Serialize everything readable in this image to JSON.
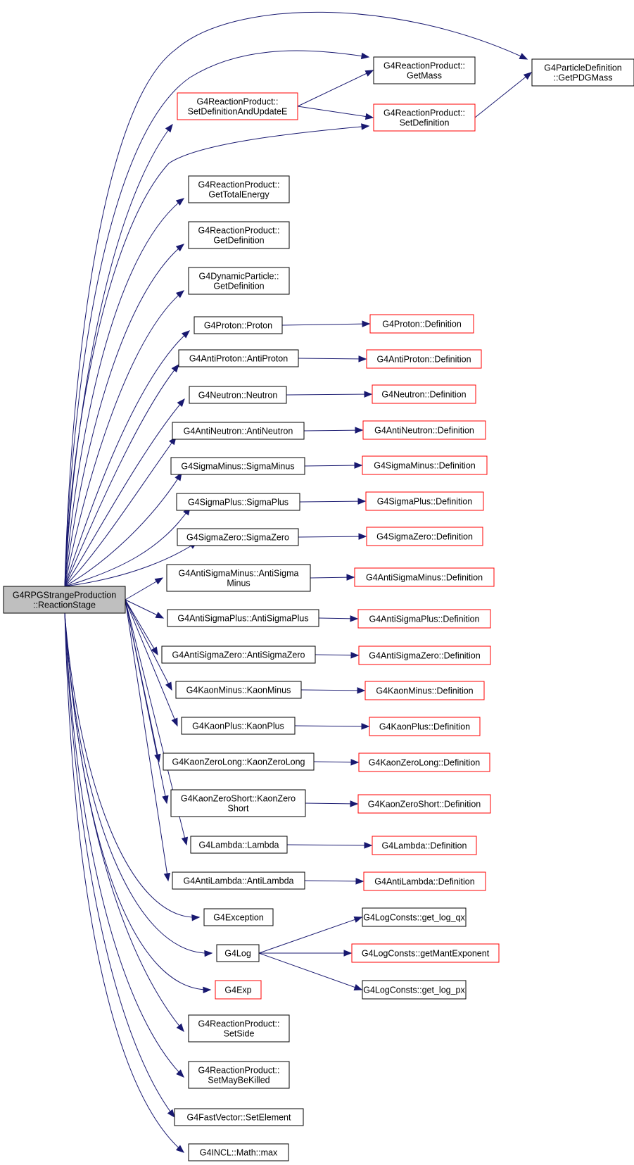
{
  "root": {
    "id": "root",
    "lines": [
      "G4RPGStrangeProduction",
      "::ReactionStage"
    ]
  },
  "nodes": [
    {
      "id": "getMass",
      "lines": [
        "G4ReactionProduct::",
        "GetMass"
      ],
      "outline": "black"
    },
    {
      "id": "getPDGMass",
      "lines": [
        "G4ParticleDefinition",
        "::GetPDGMass"
      ],
      "outline": "black"
    },
    {
      "id": "setDefUpd",
      "lines": [
        "G4ReactionProduct::",
        "SetDefinitionAndUpdateE"
      ],
      "outline": "red"
    },
    {
      "id": "setDef",
      "lines": [
        "G4ReactionProduct::",
        "SetDefinition"
      ],
      "outline": "red"
    },
    {
      "id": "getTotE",
      "lines": [
        "G4ReactionProduct::",
        "GetTotalEnergy"
      ],
      "outline": "black"
    },
    {
      "id": "rpGetDef",
      "lines": [
        "G4ReactionProduct::",
        "GetDefinition"
      ],
      "outline": "black"
    },
    {
      "id": "dpGetDef",
      "lines": [
        "G4DynamicParticle::",
        "GetDefinition"
      ],
      "outline": "black"
    },
    {
      "id": "proton",
      "lines": [
        "G4Proton::Proton"
      ],
      "outline": "black"
    },
    {
      "id": "protonDef",
      "lines": [
        "G4Proton::Definition"
      ],
      "outline": "red"
    },
    {
      "id": "antiProton",
      "lines": [
        "G4AntiProton::AntiProton"
      ],
      "outline": "black"
    },
    {
      "id": "antiProtonDef",
      "lines": [
        "G4AntiProton::Definition"
      ],
      "outline": "red"
    },
    {
      "id": "neutron",
      "lines": [
        "G4Neutron::Neutron"
      ],
      "outline": "black"
    },
    {
      "id": "neutronDef",
      "lines": [
        "G4Neutron::Definition"
      ],
      "outline": "red"
    },
    {
      "id": "antiNeutron",
      "lines": [
        "G4AntiNeutron::AntiNeutron"
      ],
      "outline": "black"
    },
    {
      "id": "antiNeutronDef",
      "lines": [
        "G4AntiNeutron::Definition"
      ],
      "outline": "red"
    },
    {
      "id": "sigmaMinus",
      "lines": [
        "G4SigmaMinus::SigmaMinus"
      ],
      "outline": "black"
    },
    {
      "id": "sigmaMinusDef",
      "lines": [
        "G4SigmaMinus::Definition"
      ],
      "outline": "red"
    },
    {
      "id": "sigmaPlus",
      "lines": [
        "G4SigmaPlus::SigmaPlus"
      ],
      "outline": "black"
    },
    {
      "id": "sigmaPlusDef",
      "lines": [
        "G4SigmaPlus::Definition"
      ],
      "outline": "red"
    },
    {
      "id": "sigmaZero",
      "lines": [
        "G4SigmaZero::SigmaZero"
      ],
      "outline": "black"
    },
    {
      "id": "sigmaZeroDef",
      "lines": [
        "G4SigmaZero::Definition"
      ],
      "outline": "red"
    },
    {
      "id": "antiSigmaMinus",
      "lines": [
        "G4AntiSigmaMinus::AntiSigma",
        "Minus"
      ],
      "outline": "black"
    },
    {
      "id": "antiSigmaMinusDef",
      "lines": [
        "G4AntiSigmaMinus::Definition"
      ],
      "outline": "red"
    },
    {
      "id": "antiSigmaPlus",
      "lines": [
        "G4AntiSigmaPlus::AntiSigmaPlus"
      ],
      "outline": "black"
    },
    {
      "id": "antiSigmaPlusDef",
      "lines": [
        "G4AntiSigmaPlus::Definition"
      ],
      "outline": "red"
    },
    {
      "id": "antiSigmaZero",
      "lines": [
        "G4AntiSigmaZero::AntiSigmaZero"
      ],
      "outline": "black"
    },
    {
      "id": "antiSigmaZeroDef",
      "lines": [
        "G4AntiSigmaZero::Definition"
      ],
      "outline": "red"
    },
    {
      "id": "kaonMinus",
      "lines": [
        "G4KaonMinus::KaonMinus"
      ],
      "outline": "black"
    },
    {
      "id": "kaonMinusDef",
      "lines": [
        "G4KaonMinus::Definition"
      ],
      "outline": "red"
    },
    {
      "id": "kaonPlus",
      "lines": [
        "G4KaonPlus::KaonPlus"
      ],
      "outline": "black"
    },
    {
      "id": "kaonPlusDef",
      "lines": [
        "G4KaonPlus::Definition"
      ],
      "outline": "red"
    },
    {
      "id": "kaonZeroLong",
      "lines": [
        "G4KaonZeroLong::KaonZeroLong"
      ],
      "outline": "black"
    },
    {
      "id": "kaonZeroLongDef",
      "lines": [
        "G4KaonZeroLong::Definition"
      ],
      "outline": "red"
    },
    {
      "id": "kaonZeroShort",
      "lines": [
        "G4KaonZeroShort::KaonZero",
        "Short"
      ],
      "outline": "black"
    },
    {
      "id": "kaonZeroShortDef",
      "lines": [
        "G4KaonZeroShort::Definition"
      ],
      "outline": "red"
    },
    {
      "id": "lambda",
      "lines": [
        "G4Lambda::Lambda"
      ],
      "outline": "black"
    },
    {
      "id": "lambdaDef",
      "lines": [
        "G4Lambda::Definition"
      ],
      "outline": "red"
    },
    {
      "id": "antiLambda",
      "lines": [
        "G4AntiLambda::AntiLambda"
      ],
      "outline": "black"
    },
    {
      "id": "antiLambdaDef",
      "lines": [
        "G4AntiLambda::Definition"
      ],
      "outline": "red"
    },
    {
      "id": "exception",
      "lines": [
        "G4Exception"
      ],
      "outline": "black"
    },
    {
      "id": "log",
      "lines": [
        "G4Log"
      ],
      "outline": "black"
    },
    {
      "id": "logQx",
      "lines": [
        "G4LogConsts::get_log_qx"
      ],
      "outline": "black"
    },
    {
      "id": "logMant",
      "lines": [
        "G4LogConsts::getMantExponent"
      ],
      "outline": "red"
    },
    {
      "id": "logPx",
      "lines": [
        "G4LogConsts::get_log_px"
      ],
      "outline": "black"
    },
    {
      "id": "exp",
      "lines": [
        "G4Exp"
      ],
      "outline": "red"
    },
    {
      "id": "setSide",
      "lines": [
        "G4ReactionProduct::",
        "SetSide"
      ],
      "outline": "black"
    },
    {
      "id": "setMay",
      "lines": [
        "G4ReactionProduct::",
        "SetMayBeKilled"
      ],
      "outline": "black"
    },
    {
      "id": "setElement",
      "lines": [
        "G4FastVector::SetElement"
      ],
      "outline": "black"
    },
    {
      "id": "mathMax",
      "lines": [
        "G4INCL::Math::max"
      ],
      "outline": "black"
    }
  ],
  "edges": [
    [
      "root",
      "getMass"
    ],
    [
      "root",
      "getPDGMass"
    ],
    [
      "root",
      "setDefUpd"
    ],
    [
      "root",
      "setDef"
    ],
    [
      "setDefUpd",
      "getMass"
    ],
    [
      "setDefUpd",
      "setDef"
    ],
    [
      "setDef",
      "getPDGMass"
    ],
    [
      "root",
      "getTotE"
    ],
    [
      "root",
      "rpGetDef"
    ],
    [
      "root",
      "dpGetDef"
    ],
    [
      "root",
      "proton"
    ],
    [
      "proton",
      "protonDef"
    ],
    [
      "root",
      "antiProton"
    ],
    [
      "antiProton",
      "antiProtonDef"
    ],
    [
      "root",
      "neutron"
    ],
    [
      "neutron",
      "neutronDef"
    ],
    [
      "root",
      "antiNeutron"
    ],
    [
      "antiNeutron",
      "antiNeutronDef"
    ],
    [
      "root",
      "sigmaMinus"
    ],
    [
      "sigmaMinus",
      "sigmaMinusDef"
    ],
    [
      "root",
      "sigmaPlus"
    ],
    [
      "sigmaPlus",
      "sigmaPlusDef"
    ],
    [
      "root",
      "sigmaZero"
    ],
    [
      "sigmaZero",
      "sigmaZeroDef"
    ],
    [
      "root",
      "antiSigmaMinus"
    ],
    [
      "antiSigmaMinus",
      "antiSigmaMinusDef"
    ],
    [
      "root",
      "antiSigmaPlus"
    ],
    [
      "antiSigmaPlus",
      "antiSigmaPlusDef"
    ],
    [
      "root",
      "antiSigmaZero"
    ],
    [
      "antiSigmaZero",
      "antiSigmaZeroDef"
    ],
    [
      "root",
      "kaonMinus"
    ],
    [
      "kaonMinus",
      "kaonMinusDef"
    ],
    [
      "root",
      "kaonPlus"
    ],
    [
      "kaonPlus",
      "kaonPlusDef"
    ],
    [
      "root",
      "kaonZeroLong"
    ],
    [
      "kaonZeroLong",
      "kaonZeroLongDef"
    ],
    [
      "root",
      "kaonZeroShort"
    ],
    [
      "kaonZeroShort",
      "kaonZeroShortDef"
    ],
    [
      "root",
      "lambda"
    ],
    [
      "lambda",
      "lambdaDef"
    ],
    [
      "root",
      "antiLambda"
    ],
    [
      "antiLambda",
      "antiLambdaDef"
    ],
    [
      "root",
      "exception"
    ],
    [
      "root",
      "log"
    ],
    [
      "log",
      "logQx"
    ],
    [
      "log",
      "logMant"
    ],
    [
      "log",
      "logPx"
    ],
    [
      "root",
      "exp"
    ],
    [
      "root",
      "setSide"
    ],
    [
      "root",
      "setMay"
    ],
    [
      "root",
      "setElement"
    ],
    [
      "root",
      "mathMax"
    ]
  ],
  "colors": {
    "edge": "#191970",
    "root_fill": "#bfbfbf",
    "red_outline": "#ff0000",
    "black_outline": "#000000"
  }
}
